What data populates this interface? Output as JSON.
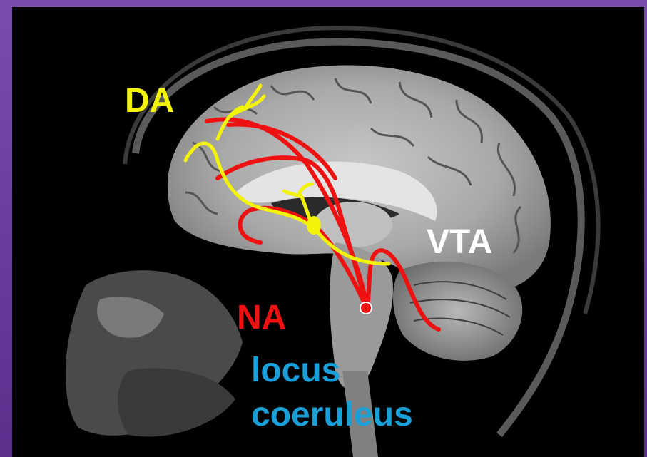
{
  "labels": {
    "da": "DA",
    "vta": "VTA",
    "na": "NA",
    "locus_line1": "locus",
    "locus_line2": "coeruleus"
  },
  "colors": {
    "dopamine_pathway": "#f2f20a",
    "noradrenaline_pathway": "#ee1111",
    "vta_label": "#ffffff",
    "locus_label": "#1aa0d8",
    "frame": "#6a3a9a"
  }
}
